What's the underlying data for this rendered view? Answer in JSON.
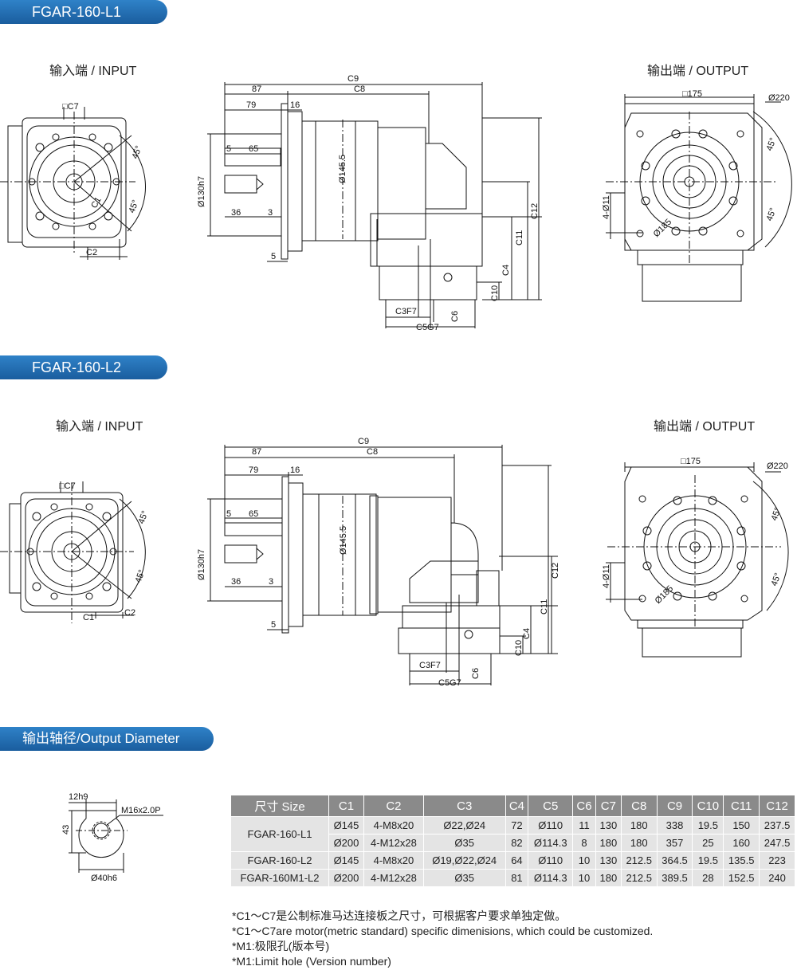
{
  "sections": {
    "l1_title": "FGAR-160-L1",
    "l2_title": "FGAR-160-L2",
    "output_diameter_title": "输出轴径/Output Diameter"
  },
  "views": {
    "input_label": "输入端 / INPUT",
    "output_label": "输出端 / OUTPUT"
  },
  "dims": {
    "c7": "□C7",
    "c1": "C1",
    "c2": "C2",
    "angle45": "45°",
    "c9": "C9",
    "c8": "C8",
    "d87": "87",
    "d79": "79",
    "d16": "16",
    "d5": "5",
    "d65": "65",
    "d36": "36",
    "d3": "3",
    "d130": "Ø130h7",
    "d145": "Ø145.5",
    "c12": "C12",
    "c11": "C11",
    "c4": "C4",
    "c10": "C10",
    "c6": "C6",
    "c3f7": "C3F7",
    "c5g7": "C5G7",
    "sq175": "□175",
    "d220": "Ø220",
    "holes": "4-Ø11",
    "d185": "Ø185",
    "shaft_key": "12h9",
    "shaft_h": "43",
    "shaft_thread": "M16x2.0P",
    "shaft_d": "Ø40h6"
  },
  "table": {
    "headers": [
      "尺寸 Size",
      "C1",
      "C2",
      "C3",
      "C4",
      "C5",
      "C6",
      "C7",
      "C8",
      "C9",
      "C10",
      "C11",
      "C12"
    ],
    "rows": [
      {
        "size": "FGAR-160-L1",
        "values": [
          "Ø145",
          "4-M8x20",
          "Ø22,Ø24",
          "72",
          "Ø110",
          "11",
          "130",
          "180",
          "338",
          "19.5",
          "150",
          "237.5"
        ]
      },
      {
        "size": "",
        "values": [
          "Ø200",
          "4-M12x28",
          "Ø35",
          "82",
          "Ø114.3",
          "8",
          "180",
          "180",
          "357",
          "25",
          "160",
          "247.5"
        ]
      },
      {
        "size": "FGAR-160-L2",
        "values": [
          "Ø145",
          "4-M8x20",
          "Ø19,Ø22,Ø24",
          "64",
          "Ø110",
          "10",
          "130",
          "212.5",
          "364.5",
          "19.5",
          "135.5",
          "223"
        ]
      },
      {
        "size": "FGAR-160M1-L2",
        "values": [
          "Ø200",
          "4-M12x28",
          "Ø35",
          "81",
          "Ø114.3",
          "10",
          "180",
          "212.5",
          "389.5",
          "28",
          "152.5",
          "240"
        ]
      }
    ]
  },
  "notes": [
    "*C1～C7是公制标准马达连接板之尺寸，可根据客户要求单独定做。",
    "*C1～C7are motor(metric standard) specific dimenisions, which could be customized.",
    "*M1:极限孔(版本号)",
    "*M1:Limit hole (Version number)"
  ]
}
